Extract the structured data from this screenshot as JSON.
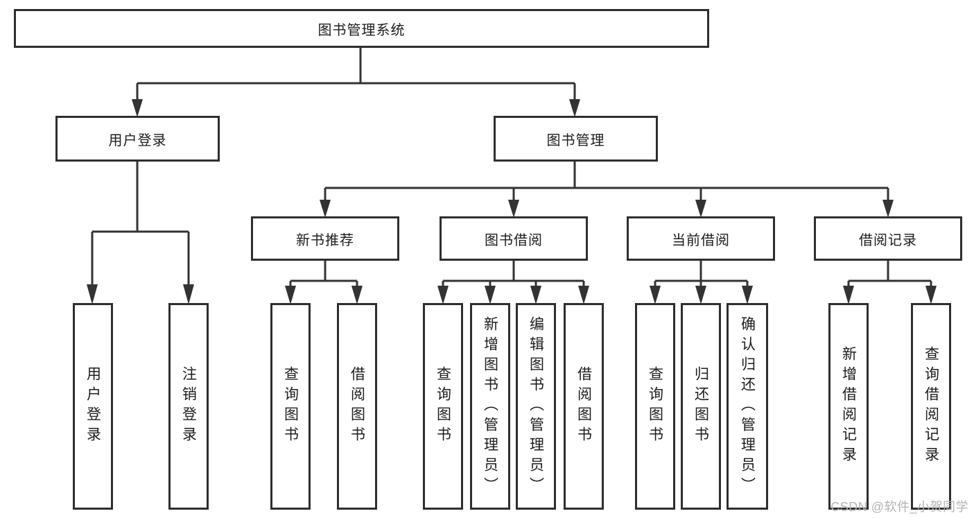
{
  "tree": {
    "label": "图书管理系统",
    "children": [
      {
        "label": "用户登录",
        "children": [
          {
            "label": "用户登录"
          },
          {
            "label": "注销登录"
          }
        ]
      },
      {
        "label": "图书管理",
        "children": [
          {
            "label": "新书推荐",
            "children": [
              {
                "label": "查询图书"
              },
              {
                "label": "借阅图书"
              }
            ]
          },
          {
            "label": "图书借阅",
            "children": [
              {
                "label": "查询图书"
              },
              {
                "label": "新增图书（管理员）"
              },
              {
                "label": "编辑图书（管理员）"
              },
              {
                "label": "借阅图书"
              }
            ]
          },
          {
            "label": "当前借阅",
            "children": [
              {
                "label": "查询图书"
              },
              {
                "label": "归还图书"
              },
              {
                "label": "确认归还（管理员）"
              }
            ]
          },
          {
            "label": "借阅记录",
            "children": [
              {
                "label": "新增借阅记录"
              },
              {
                "label": "查询借阅记录"
              }
            ]
          }
        ]
      }
    ]
  },
  "watermark": {
    "text": "CSDN @软件_小贺同学"
  },
  "colors": {
    "line": "#333333",
    "box_border": "#2e2e2e",
    "text": "#1c1c1c",
    "watermark": "#b3b3b3",
    "background": "#ffffff"
  }
}
